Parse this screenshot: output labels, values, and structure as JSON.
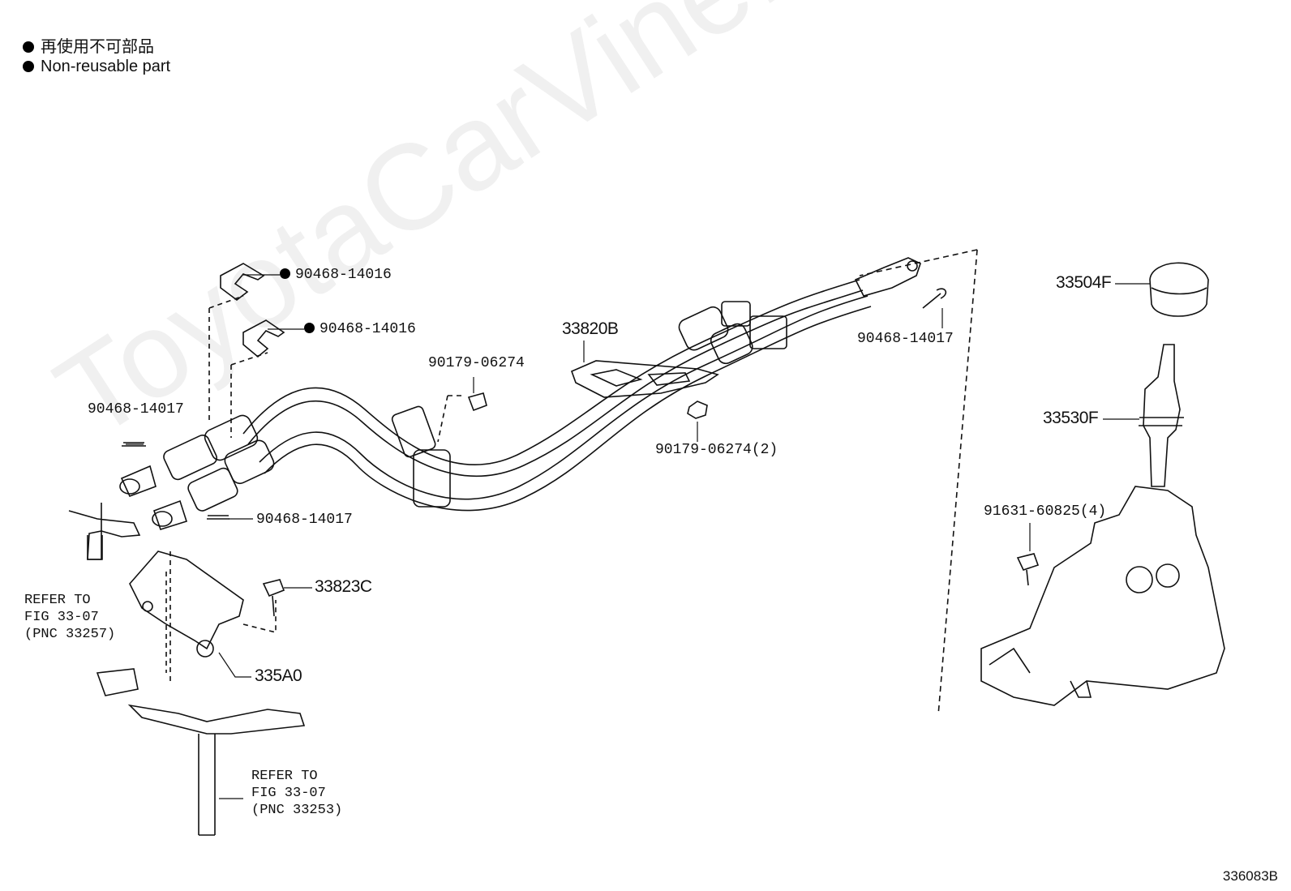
{
  "legend": {
    "line_ja": "再使用不可部品",
    "line_en": "Non-reusable part"
  },
  "watermark": "ToyotaCarVine.ru",
  "figure_id": "336083B",
  "parts": {
    "clip_upper": "90468-14016",
    "clip_lower": "90468-14016",
    "cable_assembly": "33820B",
    "grommet_upper": "90179-06274",
    "grommet_lower": "90179-06274(2)",
    "pin_right": "90468-14017",
    "pin_left_upper": "90468-14017",
    "pin_left_lower": "90468-14017",
    "shift_knob": "33504F",
    "shift_lever": "33530F",
    "bolt_housing": "91631-60825(4)",
    "bolt_bracket": "33823C",
    "bracket": "335A0"
  },
  "refs": {
    "ref1": {
      "line1": "REFER TO",
      "line2": "FIG 33-07",
      "line3": "(PNC 33257)"
    },
    "ref2": {
      "line1": "REFER TO",
      "line2": "FIG 33-07",
      "line3": "(PNC 33253)"
    }
  }
}
